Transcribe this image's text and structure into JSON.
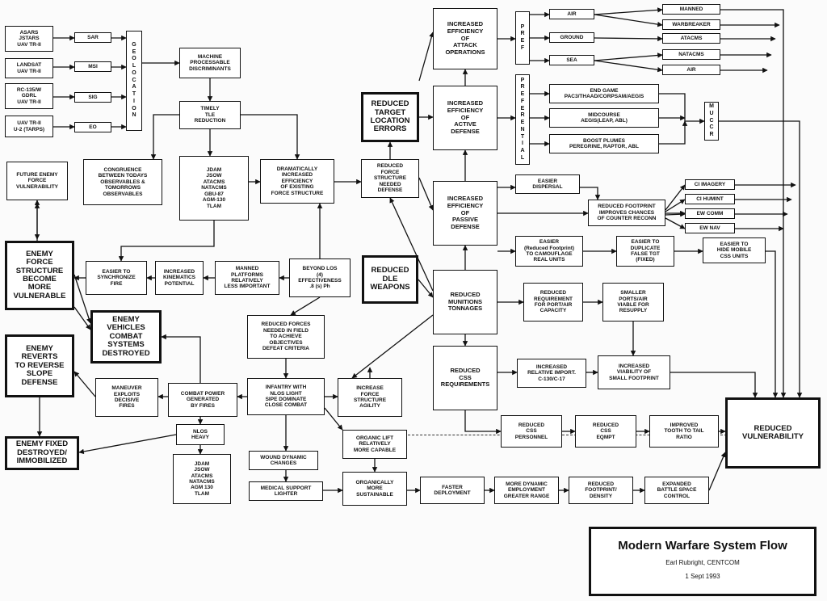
{
  "title_block": {
    "title": "Modern Warfare System Flow",
    "author": "Earl Rubright, CENTCOM",
    "date": "1 Sept 1993"
  },
  "nodes": [
    {
      "id": "asars",
      "text": "ASARS\nJSTARS\nUAV TR-II",
      "border": "normal"
    },
    {
      "id": "landsat",
      "text": "LANDSAT\nUAV TR-II",
      "border": "normal"
    },
    {
      "id": "rc135",
      "text": "RC-135/W\nGDRL\nUAV TR-II",
      "border": "normal"
    },
    {
      "id": "u2",
      "text": "UAV TR-II\nU-2 (TARPS)",
      "border": "normal"
    },
    {
      "id": "sar",
      "text": "SAR",
      "border": "normal"
    },
    {
      "id": "msi",
      "text": "MSI",
      "border": "normal"
    },
    {
      "id": "sig",
      "text": "SIG",
      "border": "normal"
    },
    {
      "id": "eo",
      "text": "EO",
      "border": "normal"
    },
    {
      "id": "geolocation",
      "text": "G\nE\nO\nL\nO\nC\nA\nT\nI\nO\nN",
      "border": "normal"
    },
    {
      "id": "machine",
      "text": "MACHINE\nPROCESSABLE\nDISCRIMINANTS",
      "border": "normal"
    },
    {
      "id": "timely",
      "text": "TIMELY\nTLE\nREDUCTION",
      "border": "normal"
    },
    {
      "id": "congruence",
      "text": "CONGRUENCE\nBETWEEN TODAYS\nOBSERVABLES &\nTOMORROWS\nOBSERVABLES",
      "border": "normal"
    },
    {
      "id": "future_enemy",
      "text": "FUTURE ENEMY\nFORCE\nVULNERABILITY",
      "border": "normal"
    },
    {
      "id": "jdam1",
      "text": "JDAM\nJSOW\nATACMS\nNATACMS\nGBU-87\nAGM-130\nTLAM",
      "border": "normal"
    },
    {
      "id": "dramatically",
      "text": "DRAMATICALLY\nINCREASED\nEFFICIENCY\nOF EXISTING\nFORCE STRUCTURE",
      "border": "normal"
    },
    {
      "id": "reduced_target",
      "text": "REDUCED\nTARGET\nLOCATION\nERRORS",
      "border": "heavy"
    },
    {
      "id": "reduced_force",
      "text": "REDUCED\nFORCE\nSTRUCTURE\nNEEDED\nDEFENSE",
      "border": "normal"
    },
    {
      "id": "attack_ops",
      "text": "INCREASED\nEFFICIENCY\nOF\nATTACK\nOPERATIONS",
      "border": "normal"
    },
    {
      "id": "active_def",
      "text": "INCREASED\nEFFICIENCY\nOF\nACTIVE\nDEFENSE",
      "border": "normal"
    },
    {
      "id": "passive_def",
      "text": "INCREASED\nEFFICIENCY\nOF\nPASSIVE\nDEFENSE",
      "border": "normal"
    },
    {
      "id": "pref",
      "text": "P\nR\nE\nF",
      "border": "normal"
    },
    {
      "id": "preferential",
      "text": "P\nR\nE\nF\nE\nR\nE\nN\nT\nI\nA\nL",
      "border": "normal"
    },
    {
      "id": "air1",
      "text": "AIR",
      "border": "normal"
    },
    {
      "id": "ground",
      "text": "GROUND",
      "border": "normal"
    },
    {
      "id": "sea",
      "text": "SEA",
      "border": "normal"
    },
    {
      "id": "manned",
      "text": "MANNED",
      "border": "normal"
    },
    {
      "id": "warbreaker",
      "text": "WARBREAKER",
      "border": "normal"
    },
    {
      "id": "atacms",
      "text": "ATACMS",
      "border": "normal"
    },
    {
      "id": "natacms",
      "text": "NATACMS",
      "border": "normal"
    },
    {
      "id": "air2",
      "text": "AIR",
      "border": "normal"
    },
    {
      "id": "end_game",
      "text": "END GAME\nPAC3/THAAD/CORPSAM/AEGIS",
      "border": "normal"
    },
    {
      "id": "midcourse",
      "text": "MIDCOURSE\nAEGIS(LEAP, ABL)",
      "border": "normal"
    },
    {
      "id": "boost",
      "text": "BOOST PLUMES\nPEREGRINE, RAPTOR, ABL",
      "border": "normal"
    },
    {
      "id": "muccr",
      "text": "M\nU\nC\nC\nR",
      "border": "normal"
    },
    {
      "id": "easier_dispersal",
      "text": "EASIER\nDISPERSAL",
      "border": "normal"
    },
    {
      "id": "reduced_footprint1",
      "text": "REDUCED FOOTPRINT\nIMPROVES CHANCES\nOF COUNTER RECONN",
      "border": "normal"
    },
    {
      "id": "ci_imagery",
      "text": "CI IMAGERY",
      "border": "normal"
    },
    {
      "id": "ci_humint",
      "text": "CI HUMINT",
      "border": "normal"
    },
    {
      "id": "ew_comm",
      "text": "EW COMM",
      "border": "normal"
    },
    {
      "id": "ew_nav",
      "text": "EW NAV",
      "border": "normal"
    },
    {
      "id": "easier_camo",
      "text": "EASIER\n(Reduced Footprint)\nTO CAMOUFLAGE\nREAL UNITS",
      "border": "normal"
    },
    {
      "id": "easier_dup",
      "text": "EASIER TO\nDUPLICATE\nFALSE TGT\n(FIXED)",
      "border": "normal"
    },
    {
      "id": "easier_hide",
      "text": "EASIER TO\nHIDE MOBILE\nCSS UNITS",
      "border": "normal"
    },
    {
      "id": "enemy_force",
      "text": "ENEMY\nFORCE\nSTRUCTURE\nBECOME\nMORE\nVULNERABLE",
      "border": "heavy"
    },
    {
      "id": "easier_sync",
      "text": "EASIER TO\nSYNCHRONIZE\nFIRE",
      "border": "normal"
    },
    {
      "id": "kinematics",
      "text": "INCREASED\nKINEMATICS\nPOTENTIAL",
      "border": "normal"
    },
    {
      "id": "manned_platforms",
      "text": "MANNED\nPLATFORMS\nRELATIVELY\nLESS IMPORTANT",
      "border": "normal"
    },
    {
      "id": "beyond_los",
      "text": "BEYOND LOS\n(4)\nEFFECTIVENESS\n.8 (s) Ph",
      "border": "normal"
    },
    {
      "id": "reduced_dle",
      "text": "REDUCED\nDLE\nWEAPONS",
      "border": "heavy"
    },
    {
      "id": "reduced_munitions",
      "text": "REDUCED\nMUNITIONS\nTONNAGES",
      "border": "normal"
    },
    {
      "id": "reduced_port",
      "text": "REDUCED\nREQUIREMENT\nFOR PORT/AIR\nCAPACITY",
      "border": "normal"
    },
    {
      "id": "smaller_ports",
      "text": "SMALLER\nPORTS/AIR\nVIABLE FOR\nRESUPPLY",
      "border": "normal"
    },
    {
      "id": "enemy_vehicles",
      "text": "ENEMY\nVEHICLES\nCOMBAT\nSYSTEMS\nDESTROYED",
      "border": "heavy"
    },
    {
      "id": "enemy_reverts",
      "text": "ENEMY\nREVERTS\nTO REVERSE\nSLOPE\nDEFENSE",
      "border": "heavy"
    },
    {
      "id": "reduced_forces_field",
      "text": "REDUCED FORCES\nNEEDED IN FIELD\nTO ACHIEVE\nOBJECTIVES\nDEFEAT CRITERIA",
      "border": "normal"
    },
    {
      "id": "reduced_css",
      "text": "REDUCED\nCSS\nREQUIREMENTS",
      "border": "normal"
    },
    {
      "id": "increased_relative",
      "text": "INCREASED\nRELATIVE IMPORT.\nC-130/C-17",
      "border": "normal"
    },
    {
      "id": "increased_viability",
      "text": "INCREASED\nVIABILITY OF\nSMALL FOOTPRINT",
      "border": "normal"
    },
    {
      "id": "maneuver",
      "text": "MANEUVER\nEXPLOITS\nDECISIVE\nFIRES",
      "border": "normal"
    },
    {
      "id": "combat_power",
      "text": "COMBAT POWER\nGENERATED\nBY FIRES",
      "border": "normal"
    },
    {
      "id": "infantry",
      "text": "INFANTRY WITH\nNLOS LIGHT\nSIPE DOMINATE\nCLOSE COMBAT",
      "border": "normal"
    },
    {
      "id": "increase_agility",
      "text": "INCREASE\nFORCE\nSTRUCTURE\nAGILITY",
      "border": "normal"
    },
    {
      "id": "reduced_vulnerability",
      "text": "REDUCED\nVULNERABILITY",
      "border": "heavy"
    },
    {
      "id": "nlos_heavy",
      "text": "NLOS\nHEAVY",
      "border": "normal"
    },
    {
      "id": "enemy_fixed",
      "text": "ENEMY FIXED\nDESTROYED/\nIMMOBILIZED",
      "border": "heavy"
    },
    {
      "id": "jdam2",
      "text": "JDAM\nJSOW\nATACMS\nNATACMS\nAGM 130\nTLAM",
      "border": "normal"
    },
    {
      "id": "wound_dynamic",
      "text": "WOUND DYNAMIC\nCHANGES",
      "border": "normal"
    },
    {
      "id": "organic_lift",
      "text": "ORGANIC LIFT\nRELATIVELY\nMORE CAPABLE",
      "border": "normal"
    },
    {
      "id": "medical",
      "text": "MEDICAL SUPPORT\nLIGHTER",
      "border": "normal"
    },
    {
      "id": "organically",
      "text": "ORGANICALLY\nMORE\nSUSTAINABLE",
      "border": "normal"
    },
    {
      "id": "faster",
      "text": "FASTER\nDEPLOYMENT",
      "border": "normal"
    },
    {
      "id": "more_dynamic",
      "text": "MORE DYNAMIC\nEMPLOYMENT\nGREATER RANGE",
      "border": "normal"
    },
    {
      "id": "reduced_footprint2",
      "text": "REDUCED\nFOOTPRINT/\nDENSITY",
      "border": "normal"
    },
    {
      "id": "expanded",
      "text": "EXPANDED\nBATTLE SPACE\nCONTROL",
      "border": "normal"
    },
    {
      "id": "reduced_css_personnel",
      "text": "REDUCED\nCSS\nPERSONNEL",
      "border": "normal"
    },
    {
      "id": "reduced_css_eqmpt",
      "text": "REDUCED\nCSS\nEQMPT",
      "border": "normal"
    },
    {
      "id": "improved_tooth",
      "text": "IMPROVED\nTOOTH TO TAIL\nRATIO",
      "border": "normal"
    }
  ]
}
